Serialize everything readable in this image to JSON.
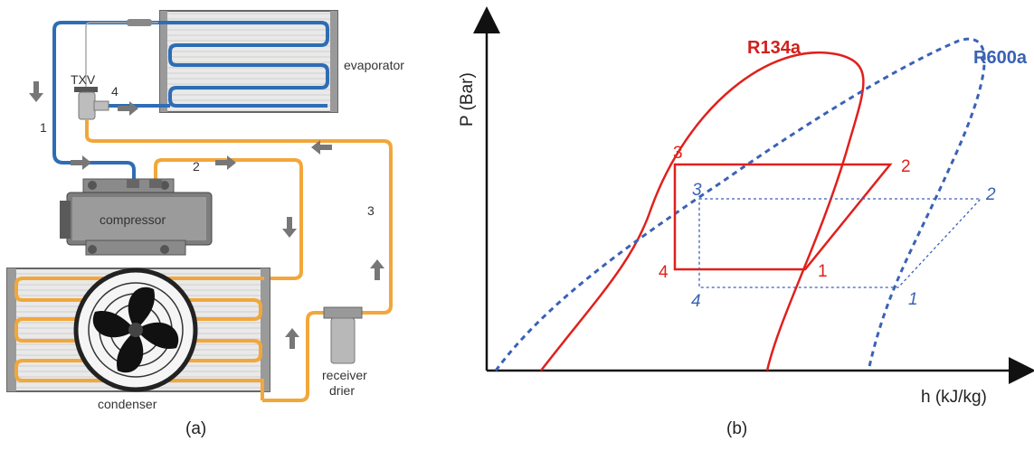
{
  "left_diagram": {
    "labels": {
      "evaporator": "evaporator",
      "txv": "TXV",
      "point_4": "4",
      "point_1": "1",
      "point_2": "2",
      "point_3": "3",
      "compressor": "compressor",
      "condenser": "condenser",
      "receiver_line1": "receiver",
      "receiver_line2": "drier"
    },
    "caption": "(a)",
    "colors": {
      "low_pressure_line": "#2e6db4",
      "high_pressure_line": "#f2a73b",
      "arrow": "#777777"
    }
  },
  "right_diagram": {
    "y_axis_label": "P (Bar)",
    "x_axis_label": "h (kJ/kg)",
    "caption": "(b)",
    "refrigerants": [
      {
        "name": "R134a",
        "color": "#e0201c",
        "line": "solid"
      },
      {
        "name": "R600a",
        "color": "#3a62b5",
        "line": "dashed"
      }
    ],
    "r134a_points": {
      "p1": "1",
      "p2": "2",
      "p3": "3",
      "p4": "4"
    },
    "r600a_points": {
      "p1": "1",
      "p2": "2",
      "p3": "3",
      "p4": "4"
    }
  }
}
